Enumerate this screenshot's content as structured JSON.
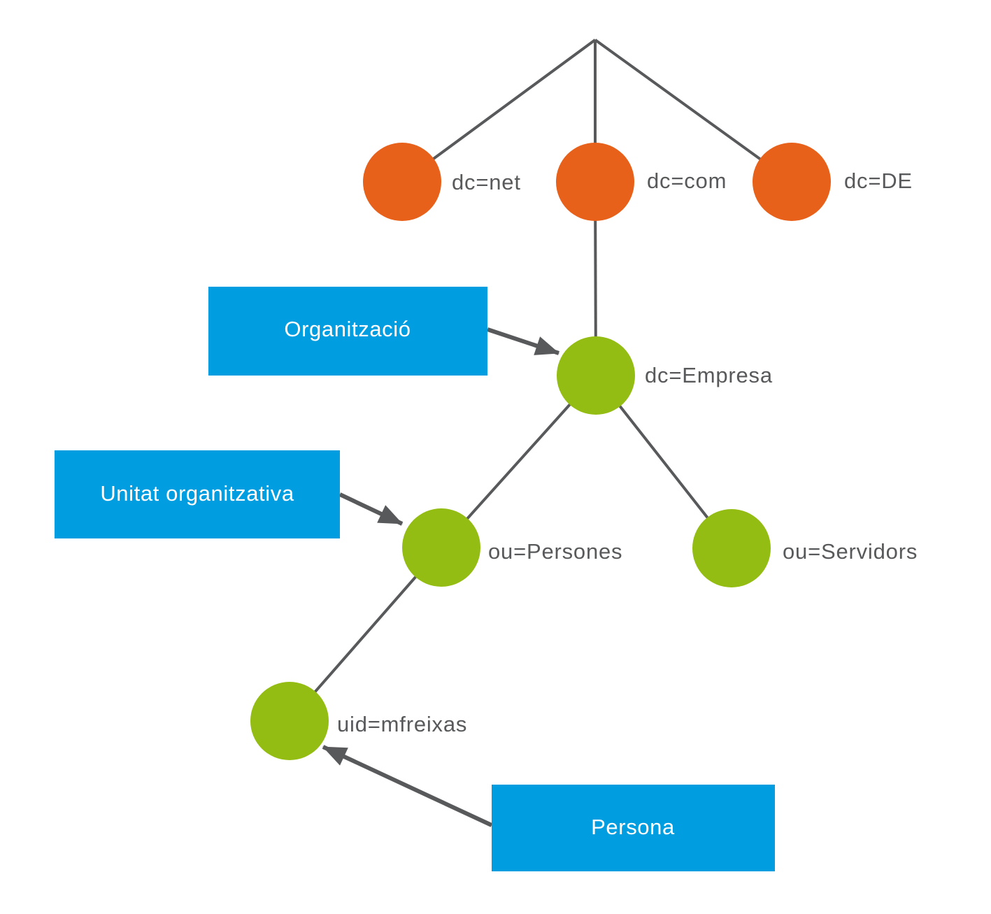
{
  "diagram": {
    "type": "tree",
    "description": "LDAP directory information tree with annotated entry types",
    "colors": {
      "domain_node": "#e8611a",
      "entry_node": "#94bd13",
      "annotation_box": "#009ee0",
      "annotation_text": "#ffffff",
      "line": "#58595b",
      "label_text": "#58595b",
      "background": "#ffffff"
    },
    "nodes": [
      {
        "label": "dc=net",
        "type": "domain"
      },
      {
        "label": "dc=com",
        "type": "domain"
      },
      {
        "label": "dc=DE",
        "type": "domain"
      },
      {
        "label": "dc=Empresa",
        "type": "entry"
      },
      {
        "label": "ou=Persones",
        "type": "entry"
      },
      {
        "label": "ou=Servidors",
        "type": "entry"
      },
      {
        "label": "uid=mfreixas",
        "type": "entry"
      }
    ],
    "annotations": [
      {
        "label": "Organització",
        "points_to": "dc=Empresa"
      },
      {
        "label": "Unitat organitzativa",
        "points_to": "ou=Persones"
      },
      {
        "label": "Persona",
        "points_to": "uid=mfreixas"
      }
    ],
    "edges": [
      {
        "from": "root",
        "to": "dc=net"
      },
      {
        "from": "root",
        "to": "dc=com"
      },
      {
        "from": "root",
        "to": "dc=DE"
      },
      {
        "from": "dc=com",
        "to": "dc=Empresa"
      },
      {
        "from": "dc=Empresa",
        "to": "ou=Persones"
      },
      {
        "from": "dc=Empresa",
        "to": "ou=Servidors"
      },
      {
        "from": "ou=Persones",
        "to": "uid=mfreixas"
      }
    ]
  }
}
